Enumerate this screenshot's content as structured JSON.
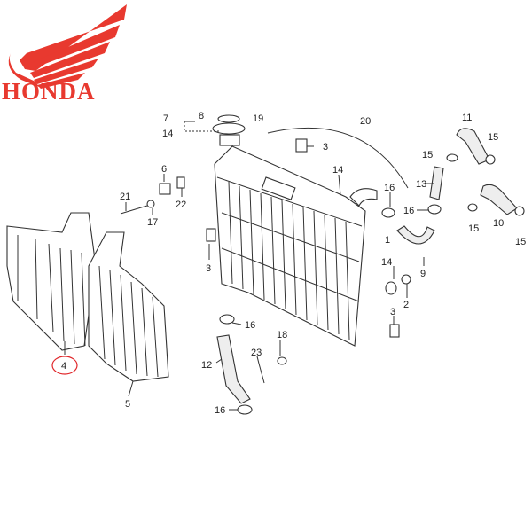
{
  "brand": {
    "name": "HONDA",
    "color": "#e8392f"
  },
  "highlight": {
    "part_number": "4",
    "color": "#e0262a"
  },
  "callouts": [
    "7",
    "8",
    "14",
    "19",
    "20",
    "11",
    "15",
    "15",
    "3",
    "6",
    "14",
    "13",
    "16",
    "16",
    "21",
    "22",
    "17",
    "15",
    "10",
    "15",
    "3",
    "1",
    "14",
    "9",
    "2",
    "3",
    "16",
    "18",
    "12",
    "23",
    "4",
    "5",
    "16"
  ]
}
